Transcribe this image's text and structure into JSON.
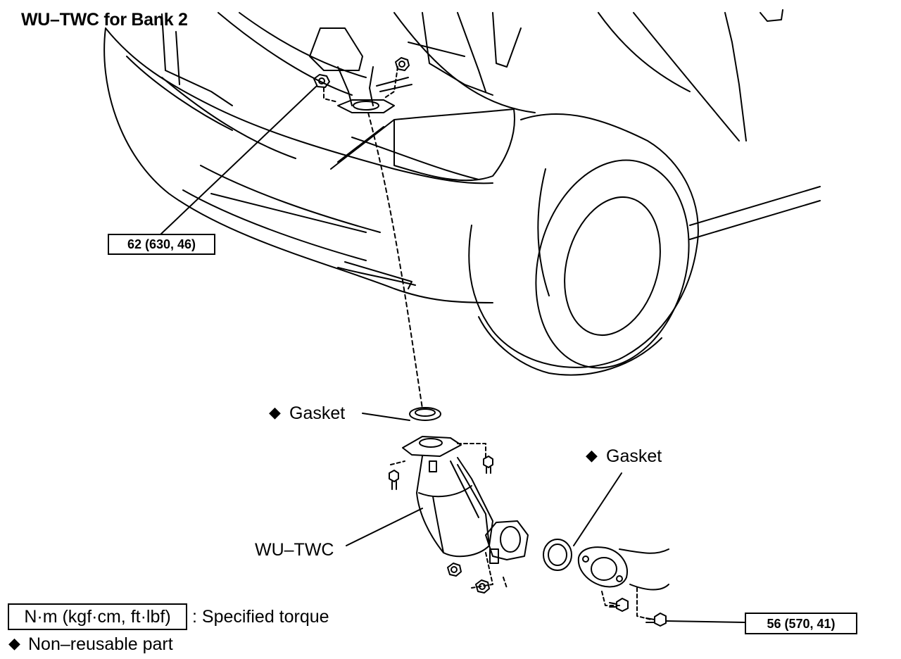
{
  "title": "WU–TWC for Bank 2",
  "torque": {
    "upper": "62 (630, 46)",
    "lower": "56 (570, 41)"
  },
  "labels": {
    "gasket_upper": "Gasket",
    "gasket_right": "Gasket",
    "wu_twc": "WU–TWC",
    "diamond": "◆"
  },
  "legend": {
    "torque_unit": "N·m (kgf·cm, ft·lbf)",
    "torque_text": ": Specified torque",
    "nonreusable_text": "Non–reusable part"
  }
}
